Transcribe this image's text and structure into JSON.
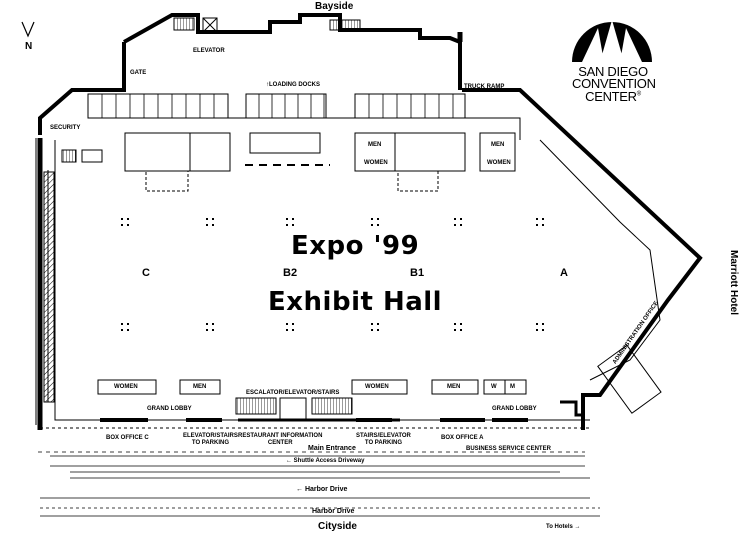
{
  "top_label": "Bayside",
  "bottom_label": "Cityside",
  "right_label": "Marriott Hotel",
  "north_label": "N",
  "logo": {
    "line1": "SAN DIEGO",
    "line2": "CONVENTION",
    "line3": "CENTER",
    "mark": "®"
  },
  "title": "Expo '99",
  "subtitle": "Exhibit Hall",
  "halls": [
    "C",
    "B2",
    "B1",
    "A"
  ],
  "labels": {
    "elevator": "ELEVATOR",
    "gate": "GATE",
    "loading_docks": "LOADING DOCKS",
    "truck_ramp": "TRUCK RAMP",
    "security": "SECURITY",
    "men": "MEN",
    "women": "WOMEN",
    "w": "W",
    "m": "M",
    "administration_office": "ADMINISTRATION OFFICE",
    "escalator": "ESCALATOR/ELEVATOR/STAIRS",
    "grand_lobby": "GRAND LOBBY",
    "box_office_c": "BOX OFFICE C",
    "box_office_a": "BOX OFFICE A",
    "elevator_stairs_parking": "ELEVATOR/STAIRS\nTO PARKING",
    "restaurant_info": "RESTAURANT INFORMATION\nCENTER",
    "stairs_elevator_parking": "STAIRS/ELEVATOR\nTO PARKING",
    "business_service": "BUSINESS SERVICE CENTER",
    "main_entrance": "Main Entrance",
    "shuttle": "Shuttle Access Driveway",
    "harbor_drive": "Harbor Drive",
    "to_hotels": "To Hotels"
  }
}
